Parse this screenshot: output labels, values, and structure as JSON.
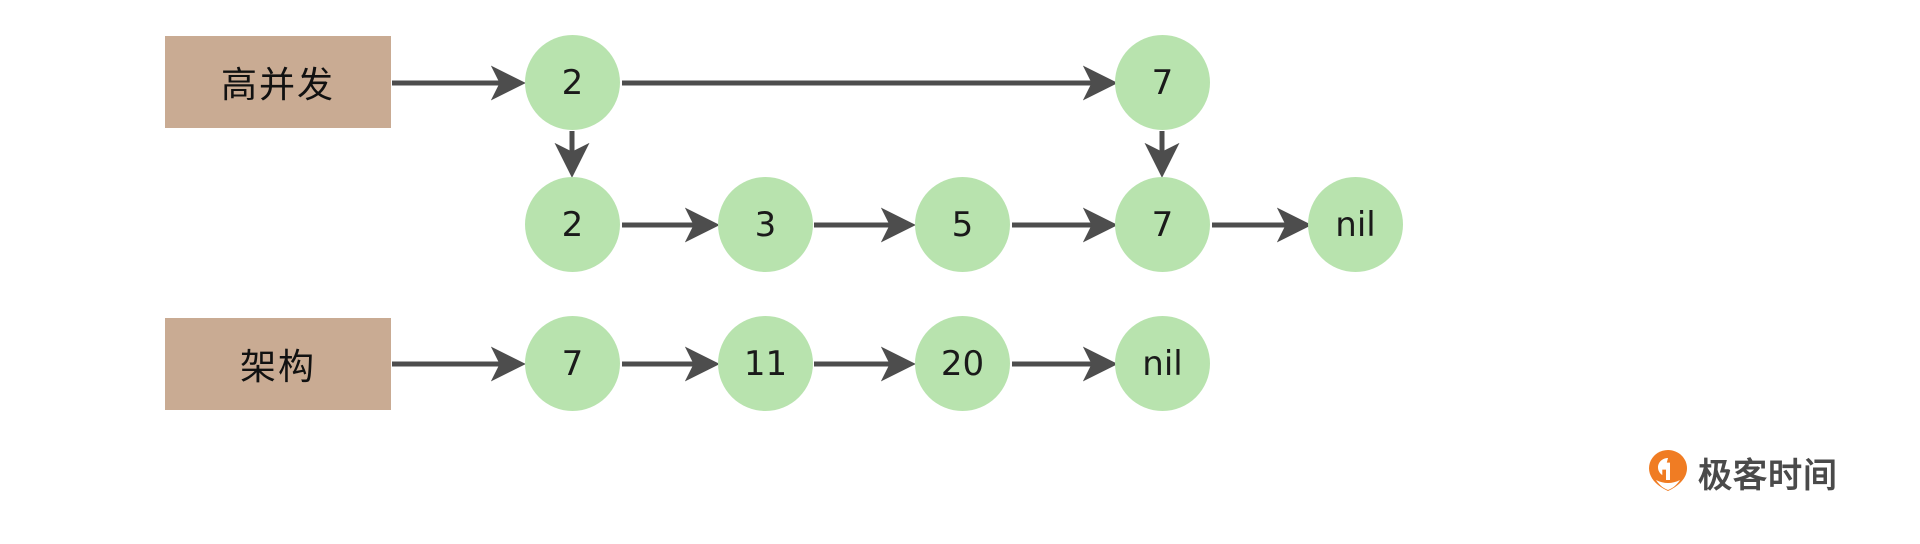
{
  "diagram": {
    "title": "skiplist-structure-diagram",
    "colors": {
      "node_fill": "#b8e3ae",
      "label_box_fill": "#c9ab93",
      "arrow": "#4d4d4d",
      "text": "#1a1a1a",
      "logo_accent": "#f07c23"
    },
    "labels": [
      {
        "id": "gaobingfa",
        "text": "高并发"
      },
      {
        "id": "jiagou",
        "text": "架构"
      }
    ],
    "rows": [
      {
        "id": "top-level",
        "nodes": [
          {
            "id": "top-2",
            "text": "2"
          },
          {
            "id": "top-7",
            "text": "7"
          }
        ]
      },
      {
        "id": "base-level",
        "nodes": [
          {
            "id": "base-2",
            "text": "2"
          },
          {
            "id": "base-3",
            "text": "3"
          },
          {
            "id": "base-5",
            "text": "5"
          },
          {
            "id": "base-7",
            "text": "7"
          },
          {
            "id": "base-nil",
            "text": "nil"
          }
        ]
      },
      {
        "id": "second-list",
        "nodes": [
          {
            "id": "list2-7",
            "text": "7"
          },
          {
            "id": "list2-11",
            "text": "11"
          },
          {
            "id": "list2-20",
            "text": "20"
          },
          {
            "id": "list2-nil",
            "text": "nil"
          }
        ]
      }
    ]
  },
  "logo": {
    "text": "极客时间",
    "icon": "geektime-pin-icon"
  }
}
